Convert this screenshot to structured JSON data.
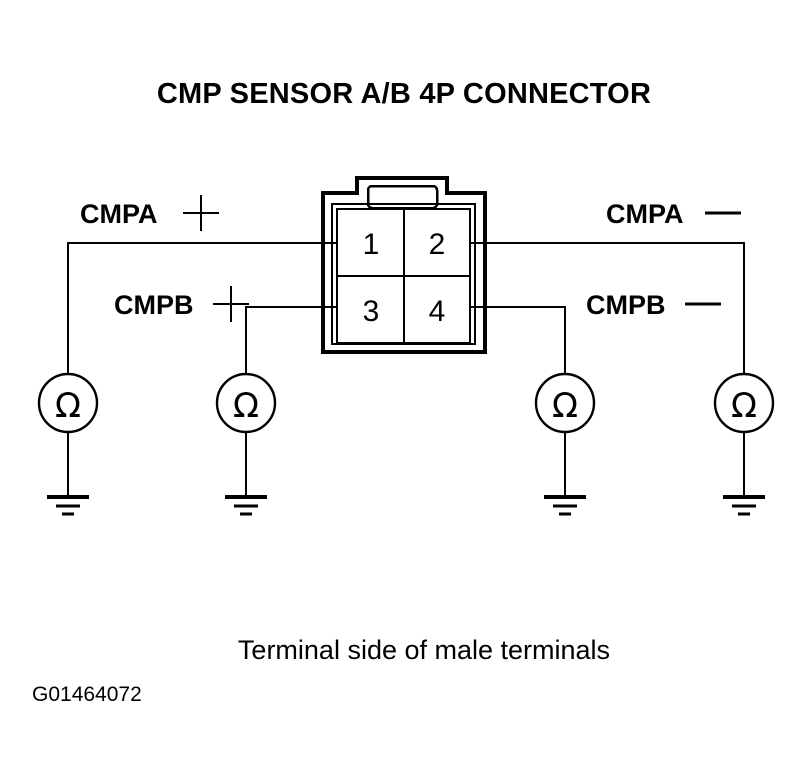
{
  "diagram": {
    "title": "CMP SENSOR A/B 4P CONNECTOR",
    "caption": "Terminal side of male terminals",
    "reference_code": "G01464072",
    "line_color": "#000000",
    "background_color": "#ffffff"
  },
  "connector": {
    "name": "CMP SENSOR A/B 4P CONNECTOR",
    "pin_count": 4,
    "terminals": [
      {
        "number": "1",
        "row": 1,
        "column": 1
      },
      {
        "number": "2",
        "row": 1,
        "column": 2
      },
      {
        "number": "3",
        "row": 2,
        "column": 1
      },
      {
        "number": "4",
        "row": 2,
        "column": 2
      }
    ]
  },
  "signals": {
    "cmpa_plus": "CMPA",
    "cmpa_plus_sign": "+",
    "cmpa_minus": "CMPA",
    "cmpa_minus_sign": "−",
    "cmpb_plus": "CMPB",
    "cmpb_plus_sign": "+",
    "cmpb_minus": "CMPB",
    "cmpb_minus_sign": "−"
  },
  "labels": [
    {
      "id": "cmpa-plus",
      "text": "CMPA+",
      "terminal": "1",
      "side": "left"
    },
    {
      "id": "cmpa-minus",
      "text": "CMPA−",
      "terminal": "2",
      "side": "right"
    },
    {
      "id": "cmpb-plus",
      "text": "CMPB+",
      "terminal": "3",
      "side": "left"
    },
    {
      "id": "cmpb-minus",
      "text": "CMPB−",
      "terminal": "4",
      "side": "right"
    }
  ],
  "meters": [
    {
      "id": "meter-cmpa-plus",
      "symbol": "Ω",
      "type": "ohmmeter",
      "signal": "CMPA+"
    },
    {
      "id": "meter-cmpb-plus",
      "symbol": "Ω",
      "type": "ohmmeter",
      "signal": "CMPB+"
    },
    {
      "id": "meter-cmpb-minus",
      "symbol": "Ω",
      "type": "ohmmeter",
      "signal": "CMPB−"
    },
    {
      "id": "meter-cmpa-minus",
      "symbol": "Ω",
      "type": "ohmmeter",
      "signal": "CMPA−"
    }
  ],
  "grounds": [
    {
      "id": "ground-cmpa-plus"
    },
    {
      "id": "ground-cmpb-plus"
    },
    {
      "id": "ground-cmpb-minus"
    },
    {
      "id": "ground-cmpa-minus"
    }
  ]
}
